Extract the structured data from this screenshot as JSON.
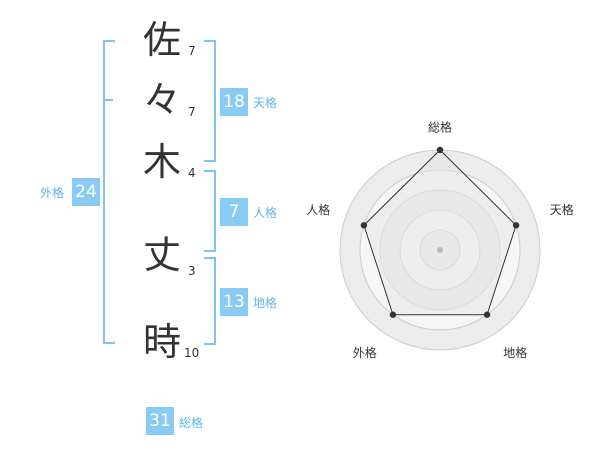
{
  "name": {
    "chars": [
      {
        "char": "佐",
        "strokes": "7"
      },
      {
        "char": "々",
        "strokes": "7"
      },
      {
        "char": "木",
        "strokes": "4"
      },
      {
        "char": "丈",
        "strokes": "3"
      },
      {
        "char": "時",
        "strokes": "10"
      }
    ]
  },
  "fortune": {
    "tenkaku": {
      "value": "18",
      "label": "天格"
    },
    "jinkaku": {
      "value": "7",
      "label": "人格"
    },
    "chikaku": {
      "value": "13",
      "label": "地格"
    },
    "gaikaku": {
      "value": "24",
      "label": "外格"
    },
    "soukaku": {
      "value": "31",
      "label": "総格"
    }
  },
  "chart_data": {
    "type": "radar",
    "categories": [
      "総格",
      "天格",
      "地格",
      "外格",
      "人格"
    ],
    "values": [
      5,
      4,
      4,
      4,
      4
    ],
    "max": 5,
    "colors": {
      "line": "#333333",
      "fill": "#eeeeee",
      "grid": "#cccccc",
      "center": "#bbbbbb"
    }
  }
}
